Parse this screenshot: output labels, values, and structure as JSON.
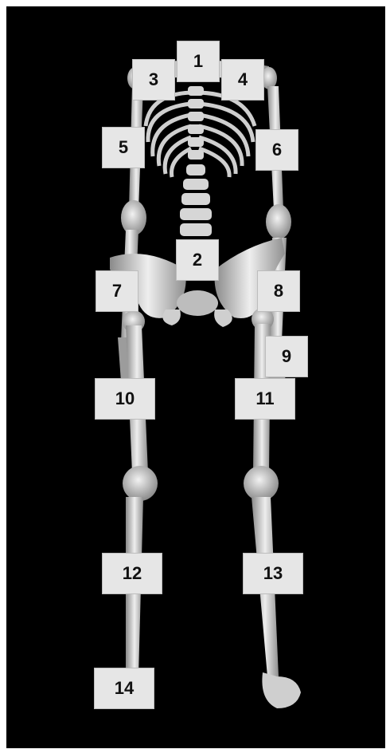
{
  "labels": {
    "l1": "1",
    "l2": "2",
    "l3": "3",
    "l4": "4",
    "l5": "5",
    "l6": "6",
    "l7": "7",
    "l8": "8",
    "l9": "9",
    "l10": "10",
    "l11": "11",
    "l12": "12",
    "l13": "13",
    "l14": "14"
  },
  "colors": {
    "background": "#000000",
    "bone": "#d9d9d9",
    "label_bg": "#e6e6e6",
    "label_text": "#111111"
  }
}
